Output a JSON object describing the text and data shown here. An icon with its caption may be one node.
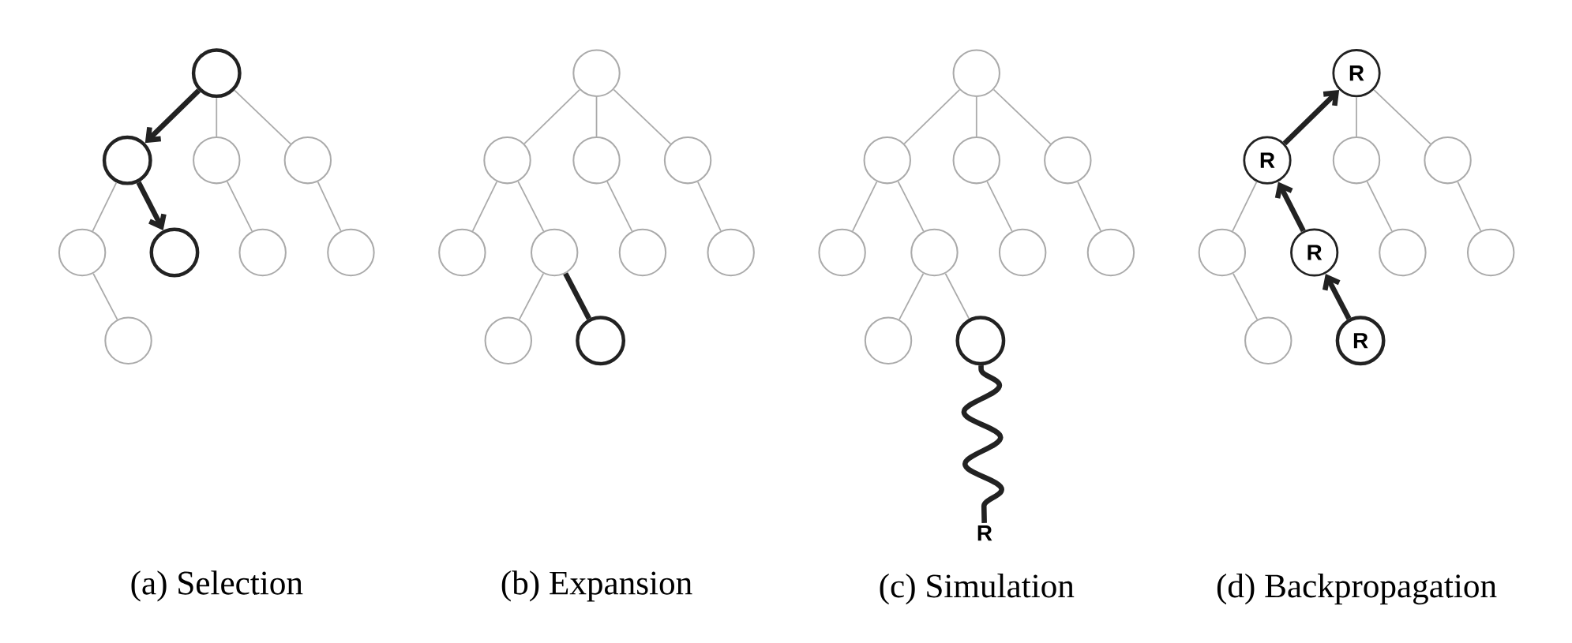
{
  "diagram": {
    "nodes": [
      {
        "text": [],
        "shape": "circle"
      },
      {
        "text": [],
        "shape": "circle"
      },
      {
        "text": [],
        "shape": "circle"
      },
      {
        "text": [],
        "shape": "circle"
      },
      {
        "text": [],
        "shape": "circle"
      },
      {
        "text": [],
        "shape": "circle"
      },
      {
        "text": [],
        "shape": "circle"
      },
      {
        "text": [],
        "shape": "circle"
      },
      {
        "text": [],
        "shape": "circle"
      },
      {
        "text": [],
        "shape": "circle"
      },
      {
        "text": [],
        "shape": "circle"
      },
      {
        "text": [],
        "shape": "circle"
      },
      {
        "text": [],
        "shape": "circle"
      },
      {
        "text": [],
        "shape": "circle"
      },
      {
        "text": [],
        "shape": "circle"
      },
      {
        "text": [],
        "shape": "circle"
      },
      {
        "text": [],
        "shape": "circle"
      },
      {
        "text": [],
        "shape": "circle"
      },
      {
        "text": [],
        "shape": "circle"
      },
      {
        "text": [],
        "shape": "circle"
      },
      {
        "text": [],
        "shape": "circle"
      },
      {
        "text": [],
        "shape": "circle"
      },
      {
        "text": [],
        "shape": "circle"
      },
      {
        "text": [],
        "shape": "circle"
      },
      {
        "text": [],
        "shape": "circle"
      },
      {
        "text": [],
        "shape": "circle"
      },
      {
        "text": [],
        "shape": "circle"
      },
      {
        "text": [],
        "shape": "circle"
      },
      {
        "text": [],
        "shape": "circle"
      },
      {
        "text": [
          "R"
        ]
      },
      {
        "text": [
          "R"
        ]
      },
      {
        "text": [
          "R"
        ]
      },
      {
        "text": [],
        "shape": "circle"
      },
      {
        "text": [],
        "shape": "circle"
      },
      {
        "text": [],
        "shape": "circle"
      },
      {
        "text": [
          "R"
        ]
      },
      {
        "text": [],
        "shape": "circle"
      },
      {
        "text": [],
        "shape": "circle"
      },
      {
        "text": [],
        "shape": "circle"
      },
      {
        "text": [
          "R"
        ]
      }
    ],
    "edges": [
      {
        "from": 0,
        "to": 1,
        "arrow": "to",
        "style": "thick",
        "color": "#222222"
      },
      {
        "from": 0,
        "to": 2,
        "arrow": "none"
      },
      {
        "from": 0,
        "to": 3,
        "arrow": "none"
      },
      {
        "from": 1,
        "to": 4,
        "arrow": "none"
      },
      {
        "from": 1,
        "to": 5,
        "arrow": "to",
        "style": "thick",
        "color": "#222222"
      },
      {
        "from": 2,
        "to": 6,
        "arrow": "none"
      },
      {
        "from": 3,
        "to": 7,
        "arrow": "none"
      },
      {
        "from": 4,
        "to": 8,
        "arrow": "none"
      },
      {
        "from": 9,
        "to": 10,
        "arrow": "none"
      },
      {
        "from": 9,
        "to": 11,
        "arrow": "none"
      },
      {
        "from": 9,
        "to": 12,
        "arrow": "none"
      },
      {
        "from": 10,
        "to": 13,
        "arrow": "none"
      },
      {
        "from": 10,
        "to": 14,
        "arrow": "none"
      },
      {
        "from": 11,
        "to": 15,
        "arrow": "none"
      },
      {
        "from": 12,
        "to": 16,
        "arrow": "none"
      },
      {
        "from": 14,
        "to": 17,
        "arrow": "none"
      },
      {
        "from": 14,
        "to": 18,
        "arrow": "none",
        "style": "thick",
        "color": "#222222"
      },
      {
        "from": 19,
        "to": 20,
        "arrow": "none"
      },
      {
        "from": 19,
        "to": 21,
        "arrow": "none"
      },
      {
        "from": 19,
        "to": 22,
        "arrow": "none"
      },
      {
        "from": 20,
        "to": 23,
        "arrow": "none"
      },
      {
        "from": 20,
        "to": 24,
        "arrow": "none"
      },
      {
        "from": 21,
        "to": 25,
        "arrow": "none"
      },
      {
        "from": 22,
        "to": 26,
        "arrow": "none"
      },
      {
        "from": 24,
        "to": 27,
        "arrow": "none"
      },
      {
        "from": 24,
        "to": 28,
        "arrow": "none"
      },
      {
        "from": 28,
        "to": 29,
        "arrow": "none",
        "style": "thick",
        "color": "#222222"
      },
      {
        "from": 31,
        "to": 30,
        "arrow": "to",
        "style": "thick",
        "color": "#222222"
      },
      {
        "from": 30,
        "to": 32,
        "arrow": "none"
      },
      {
        "from": 30,
        "to": 33,
        "arrow": "none"
      },
      {
        "from": 31,
        "to": 34,
        "arrow": "none"
      },
      {
        "from": 35,
        "to": 31,
        "arrow": "to",
        "style": "thick",
        "color": "#222222"
      },
      {
        "from": 32,
        "to": 36,
        "arrow": "none"
      },
      {
        "from": 33,
        "to": 37,
        "arrow": "none"
      },
      {
        "from": 34,
        "to": 38,
        "arrow": "none"
      },
      {
        "from": 39,
        "to": 35,
        "arrow": "to",
        "style": "thick",
        "color": "#222222"
      }
    ],
    "labels": [
      "(a) Selection",
      "(b) Expansion",
      "(c) Simulation",
      "(d) Backpropagation"
    ]
  }
}
